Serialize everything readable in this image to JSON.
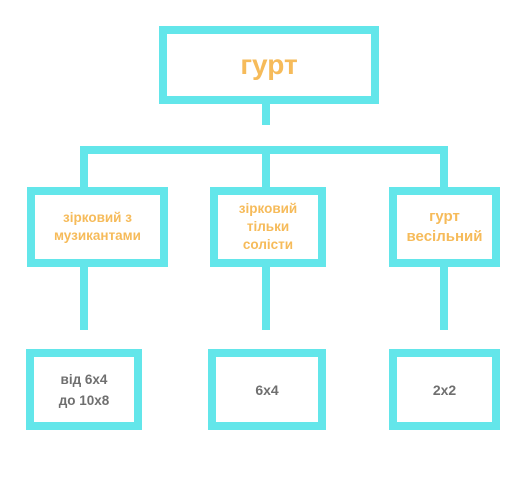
{
  "colors": {
    "box_stroke": "#63e6ea",
    "connector": "#63e6ea",
    "label_highlight": "#f6bb5a",
    "label_plain": "#6f6f6f"
  },
  "root": {
    "label": "гурт"
  },
  "categories": [
    {
      "label": "зірковий з музикантами"
    },
    {
      "label": "зірковий тільки солісти"
    },
    {
      "label": "гурт весільний"
    }
  ],
  "sizes": [
    {
      "line1": "від 6х4",
      "line2": "до 10х8"
    },
    {
      "label": "6х4"
    },
    {
      "label": "2х2"
    }
  ]
}
